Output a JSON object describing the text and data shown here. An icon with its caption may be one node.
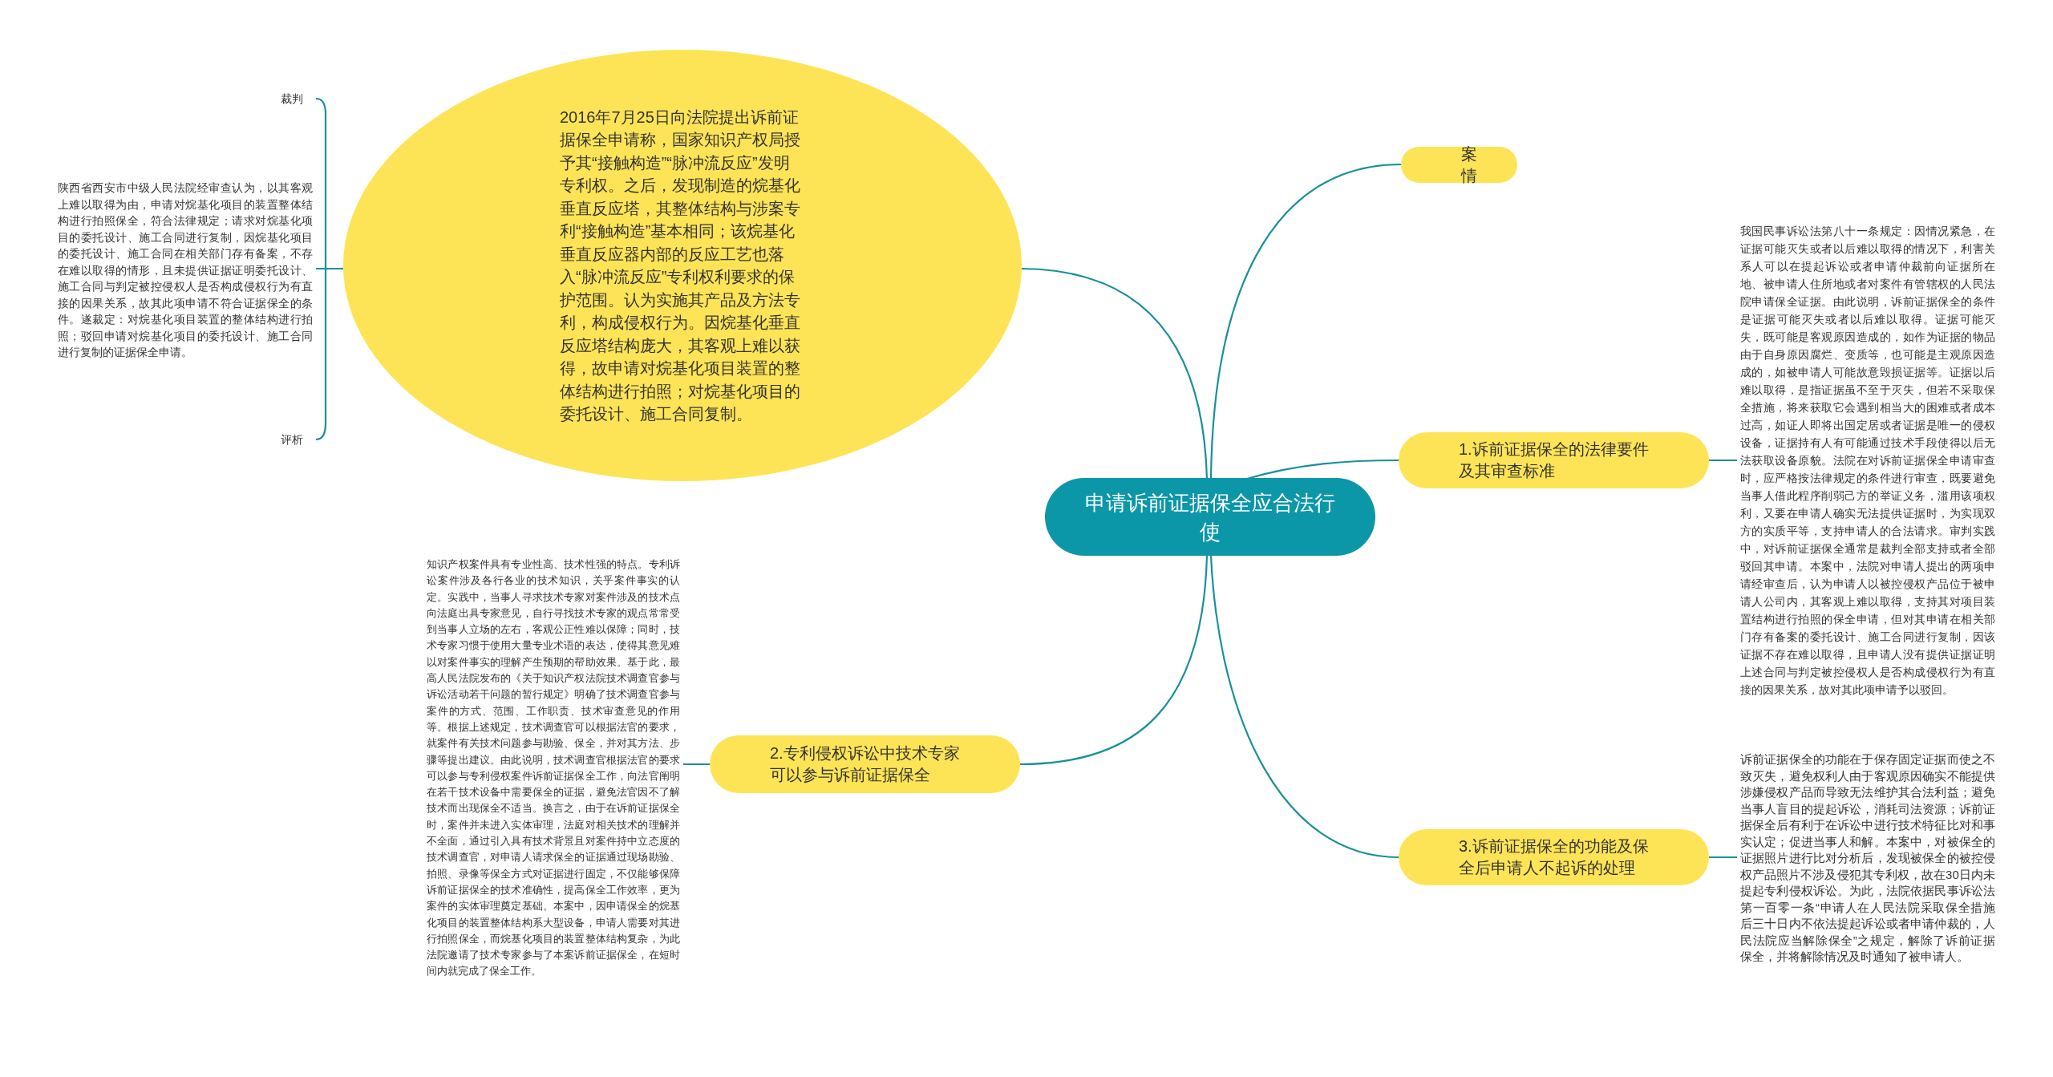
{
  "diagram": {
    "nodes": [
      {
        "text": [
          "申请诉前证据保全应合法行使"
        ]
      },
      {
        "text": [
          "案情"
        ]
      },
      {
        "text": [
          "2016年7月25日向法院提出诉前证据保全申请称，国家知识产权局授予其“接触构造”“脉冲流反应”发明专利权。之后，发现制造的烷基化垂直反应塔，其整体结构与涉案专利“接触构造”基本相同；该烷基化垂直反应器内部的反应工艺也落入“脉冲流反应”专利权利要求的保护范围。认为实施其产品及方法专利，构成侵权行为。因烷基化垂直反应塔结构庞大，其客观上难以获得，故申请对烷基化项目装置的整体结构进行拍照；对烷基化项目的委托设计、施工合同复制。"
        ]
      },
      {
        "text": [
          "裁判"
        ]
      },
      {
        "text": [
          "陕西省西安市中级人民法院经审查认为，以其客观上难以取得为由，申请对烷基化项目的装置整体结构进行拍照保全，符合法律规定；请求对烷基化项目的委托设计、施工合同进行复制，因烷基化项目的委托设计、施工合同在相关部门存有备案，不存在难以取得的情形，且未提供证据证明委托设计、施工合同与判定被控侵权人是否构成侵权行为有直接的因果关系，故其此项申请不符合证据保全的条件。遂裁定：对烷基化项目装置的整体结构进行拍照；驳回申请对烷基化项目的委托设计、施工合同进行复制的证据保全申请。"
        ]
      },
      {
        "text": [
          "评析"
        ]
      },
      {
        "text": [
          "1.诉前证据保全的法律要件及其审查标准"
        ]
      },
      {
        "text": [
          "我国民事诉讼法第八十一条规定：因情况紧急，在证据可能灭失或者以后难以取得的情况下，利害关系人可以在提起诉讼或者申请仲裁前向证据所在地、被申请人住所地或者对案件有管辖权的人民法院申请保全证据。由此说明，诉前证据保全的条件是证据可能灭失或者以后难以取得。证据可能灭失，既可能是客观原因造成的，如作为证据的物品由于自身原因腐烂、变质等，也可能是主观原因造成的，如被申请人可能故意毁损证据等。证据以后难以取得，是指证据虽不至于灭失，但若不采取保全措施，将来获取它会遇到相当大的困难或者成本过高，如证人即将出国定居或者证据是唯一的侵权设备，证据持有人有可能通过技术手段使得以后无法获取设备原貌。法院在对诉前证据保全申请审查时，应严格按法律规定的条件进行审查，既要避免当事人借此程序削弱己方的举证义务，滥用该项权利，又要在申请人确实无法提供证据时，为实现双方的实质平等，支持申请人的合法请求。审判实践中，对诉前证据保全通常是裁判全部支持或者全部驳回其申请。本案中，法院对申请人提出的两项申请经审查后，认为申请人以被控侵权产品位于被申请人公司内，其客观上难以取得，支持其对项目装置结构进行拍照的保全申请，但对其申请在相关部门存有备案的委托设计、施工合同进行复制，因该证据不存在难以取得，且申请人没有提供证据证明上述合同与判定被控侵权人是否构成侵权行为有直接的因果关系，故对其此项申请予以驳回。"
        ]
      },
      {
        "text": [
          "3.诉前证据保全的功能及保全后申请人不起诉的处理"
        ]
      },
      {
        "text": [
          "诉前证据保全的功能在于保存固定证据而使之不致灭失，避免权利人由于客观原因确实不能提供涉嫌侵权产品而导致无法维护其合法利益；避免当事人盲目的提起诉讼，消耗司法资源；诉前证据保全后有利于在诉讼中进行技术特征比对和事实认定；促进当事人和解。本案中，对被保全的证据照片进行比对分析后，发现被保全的被控侵权产品照片不涉及侵犯其专利权，故在30日内未提起专利侵权诉讼。为此，法院依据民事诉讼法第一百零一条“申请人在人民法院采取保全措施后三十日内不依法提起诉讼或者申请仲裁的，人民法院应当解除保全”之规定，解除了诉前证据保全，并将解除情况及时通知了被申请人。"
        ]
      },
      {
        "text": [
          "2.专利侵权诉讼中技术专家可以参与诉前证据保全"
        ]
      },
      {
        "text": [
          "知识产权案件具有专业性高、技术性强的特点。专利诉讼案件涉及各行各业的技术知识，关乎案件事实的认定。实践中，当事人寻求技术专家对案件涉及的技术点向法庭出具专家意见，自行寻找技术专家的观点常常受到当事人立场的左右，客观公正性难以保障；同时，技术专家习惯于使用大量专业术语的表达，使得其意见难以对案件事实的理解产生预期的帮助效果。基于此，最高人民法院发布的《关于知识产权法院技术调查官参与诉讼活动若干问题的暂行规定》明确了技术调查官参与案件的方式、范围、工作职责、技术审查意见的作用等。根据上述规定，技术调查官可以根据法官的要求，就案件有关技术问题参与勘验、保全，并对其方法、步骤等提出建议。由此说明，技术调查官根据法官的要求可以参与专利侵权案件诉前证据保全工作，向法官阐明在若干技术设备中需要保全的证据，避免法官因不了解技术而出现保全不适当。换言之，由于在诉前证据保全时，案件并未进入实体审理，法庭对相关技术的理解并不全面，通过引入具有技术背景且对案件持中立态度的技术调查官，对申请人请求保全的证据通过现场勘验、拍照、录像等保全方式对证据进行固定，不仅能够保障诉前证据保全的技术准确性，提高保全工作效率，更为案件的实体审理奠定基础。本案中，因申请保全的烷基化项目的装置整体结构系大型设备，申请人需要对其进行拍照保全，而烷基化项目的装置整体结构复杂，为此法院邀请了技术专家参与了本案诉前证据保全，在短时间内就完成了保全工作。"
        ]
      }
    ],
    "edges": [
      {
        "from": 0,
        "to": 1,
        "arrow": "none"
      },
      {
        "from": 0,
        "to": 2,
        "arrow": "none"
      },
      {
        "from": 2,
        "to": 3,
        "arrow": "none"
      },
      {
        "from": 2,
        "to": 4,
        "arrow": "none"
      },
      {
        "from": 2,
        "to": 5,
        "arrow": "none"
      },
      {
        "from": 0,
        "to": 6,
        "arrow": "none"
      },
      {
        "from": 6,
        "to": 7,
        "arrow": "none"
      },
      {
        "from": 0,
        "to": 8,
        "arrow": "none"
      },
      {
        "from": 8,
        "to": 9,
        "arrow": "none"
      },
      {
        "from": 0,
        "to": 10,
        "arrow": "none"
      },
      {
        "from": 10,
        "to": 11,
        "arrow": "none"
      }
    ]
  }
}
